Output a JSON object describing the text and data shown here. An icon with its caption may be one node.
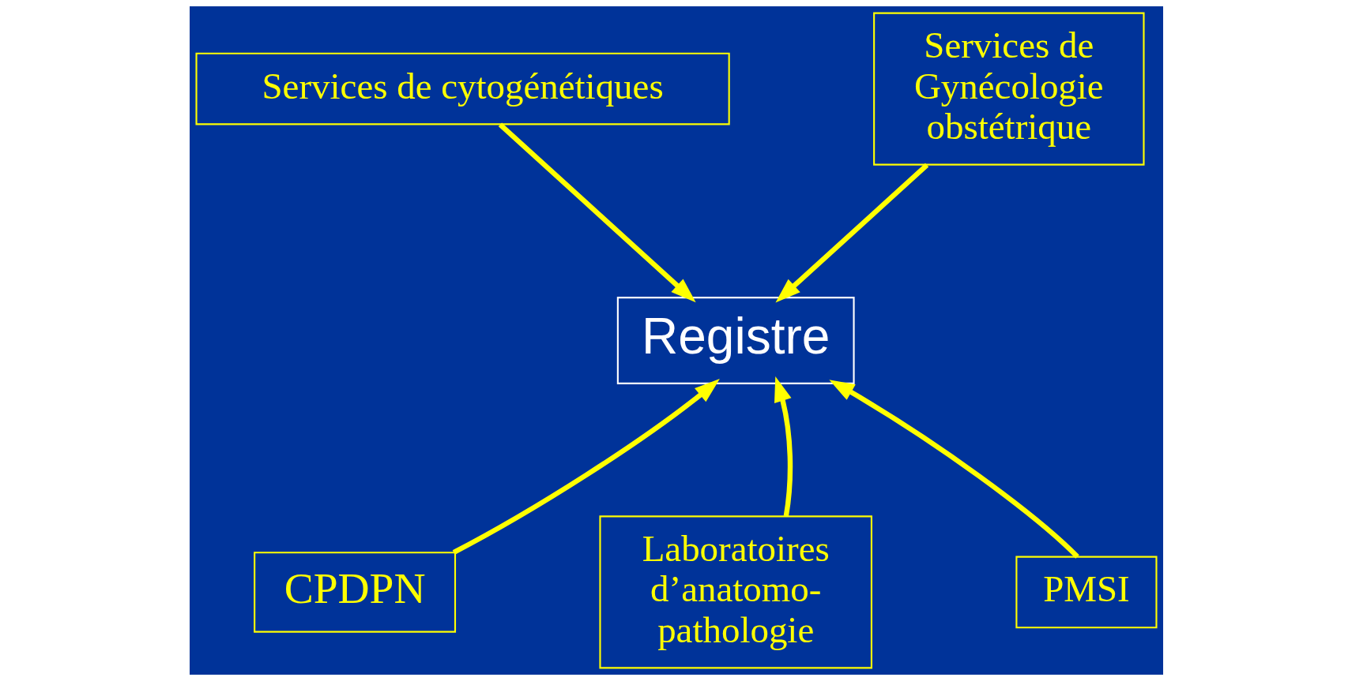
{
  "diagram": {
    "nodes": [
      {
        "text": [
          "Services de cytogénétiques"
        ]
      },
      {
        "text": [
          "Services de Gynécologie obstétrique"
        ]
      },
      {
        "text": [
          "Registre"
        ]
      },
      {
        "text": [
          "CPDPN"
        ]
      },
      {
        "text": [
          "Laboratoires d’anatomo- pathologie"
        ]
      },
      {
        "text": [
          "PMSI"
        ]
      }
    ],
    "edges": [
      {
        "from": 0,
        "to": 2,
        "arrow": "to"
      },
      {
        "from": 1,
        "to": 2,
        "arrow": "to"
      },
      {
        "from": 3,
        "to": 2,
        "arrow": "to"
      },
      {
        "from": 4,
        "to": 2,
        "arrow": "to"
      },
      {
        "from": 5,
        "to": 2,
        "arrow": "to"
      }
    ]
  }
}
